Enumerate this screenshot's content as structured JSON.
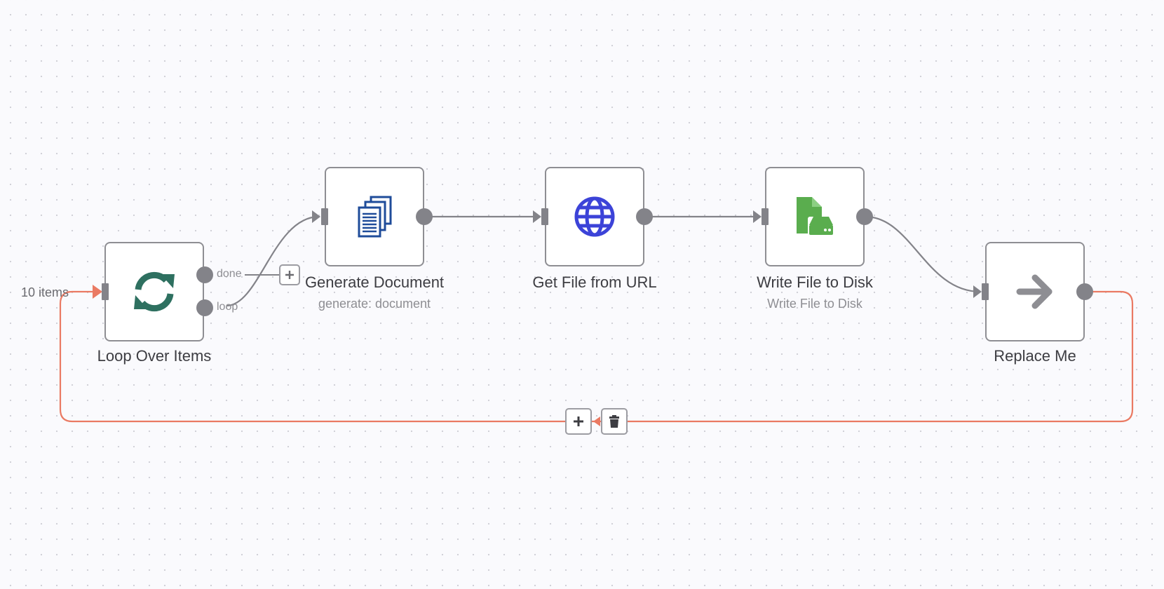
{
  "canvas": {
    "accent_color": "#ea7a63",
    "edge_color": "#838389"
  },
  "nodes": {
    "loop_over_items": {
      "label": "Loop Over Items",
      "icon": "sync-icon",
      "icon_color": "#2e7060",
      "outputs": {
        "done": "done",
        "loop": "loop"
      }
    },
    "generate_document": {
      "label": "Generate Document",
      "subtitle": "generate: document",
      "icon": "documents-icon",
      "icon_color": "#1f4c9a"
    },
    "get_file_from_url": {
      "label": "Get File from URL",
      "icon": "globe-icon",
      "icon_color": "#3c43d8"
    },
    "write_file_to_disk": {
      "label": "Write File to Disk",
      "subtitle": "Write File to Disk",
      "icon": "file-drive-icon",
      "icon_color": "#5aad4e"
    },
    "replace_me": {
      "label": "Replace Me",
      "icon": "arrow-right-icon",
      "icon_color": "#8e8e93"
    }
  },
  "connections": {
    "loop_back_items": "10 items"
  },
  "edge_actions": {
    "add": "add-icon",
    "delete": "trash-icon"
  }
}
